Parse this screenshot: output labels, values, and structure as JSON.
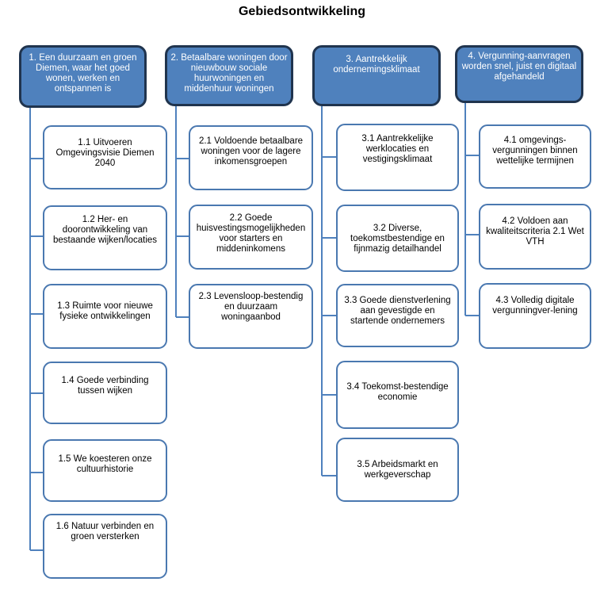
{
  "title": "Gebiedsontwikkeling",
  "columns": [
    {
      "heading": "1. Een duurzaam en groen Diemen, waar het goed wonen, werken en ontspannen is",
      "items": [
        "1.1 Uitvoeren Omgevingsvisie Diemen 2040",
        "1.2 Her- en doorontwikkeling van bestaande wijken/locaties",
        "1.3 Ruimte voor nieuwe fysieke ontwikkelingen",
        "1.4 Goede verbinding tussen wijken",
        "1.5 We koesteren onze cultuurhistorie",
        "1.6 Natuur verbinden en groen versterken"
      ]
    },
    {
      "heading": "2. Betaalbare woningen door nieuwbouw sociale huurwoningen en middenhuur woningen",
      "items": [
        "2.1 Voldoende betaalbare woningen voor de lagere inkomensgroepen",
        "2.2 Goede huisvestingsmogelijkheden voor starters en middeninkomens",
        "2.3 Levensloop-bestendig en duurzaam woningaanbod"
      ]
    },
    {
      "heading": "3. Aantrekkelijk ondernemingsklimaat",
      "items": [
        "3.1 Aantrekkelijke werklocaties en vestigingsklimaat",
        "3.2 Diverse, toekomstbestendige en fijnmazig detailhandel",
        "3.3 Goede dienstverlening aan gevestigde en startende ondernemers",
        "3.4 Toekomst-bestendige economie",
        "3.5 Arbeidsmarkt en werkgeverschap"
      ]
    },
    {
      "heading": "4. Vergunning-aanvragen worden snel, juist en digitaal afgehandeld",
      "items": [
        "4.1 omgevings-vergunningen binnen wettelijke termijnen",
        "4.2 Voldoen aan kwaliteitscriteria 2.1 Wet VTH",
        "4.3 Volledig digitale vergunningver-lening"
      ]
    }
  ],
  "colors": {
    "heading_fill": "#4f81bd",
    "heading_border": "#20344e",
    "box_border": "#4a78b0",
    "connector": "#4f81bd"
  }
}
